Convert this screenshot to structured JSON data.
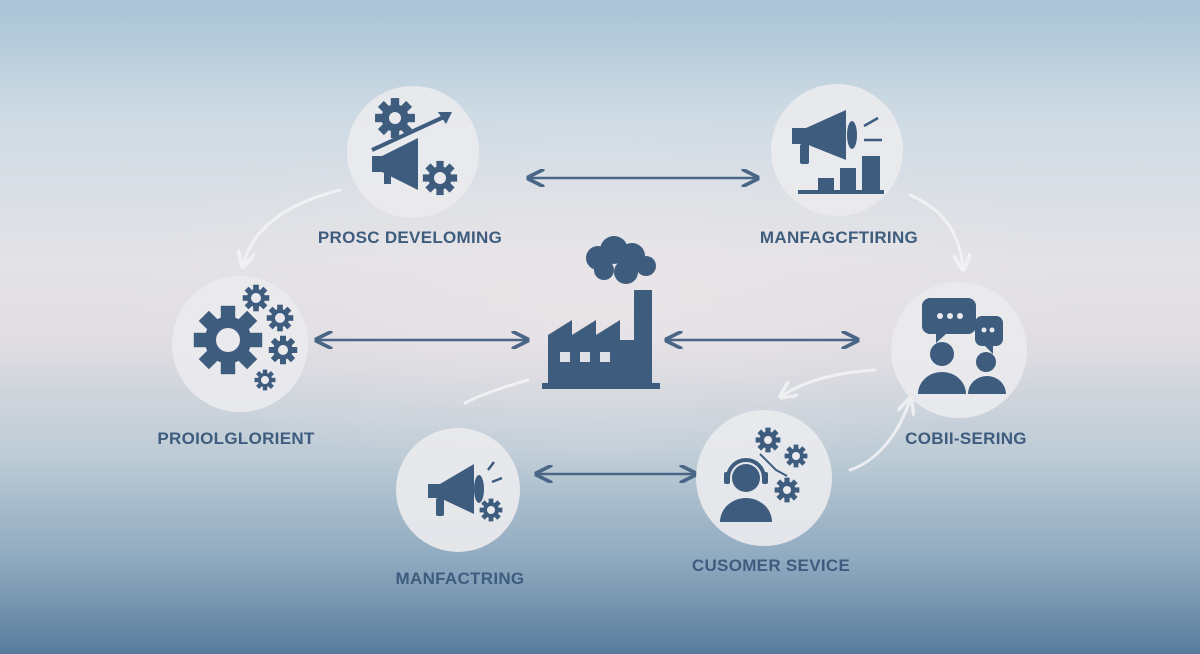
{
  "diagram": {
    "nodes": [
      {
        "id": "top-left",
        "label": "PROSC DEVELOMING"
      },
      {
        "id": "top-right",
        "label": "MANFAGCFTIRING"
      },
      {
        "id": "mid-left",
        "label": "PROIOLGLORIENT"
      },
      {
        "id": "mid-right",
        "label": "COBII-SERING"
      },
      {
        "id": "bottom-left",
        "label": "MANFACTRING"
      },
      {
        "id": "bottom-right",
        "label": "CUSOMER SEVICE"
      }
    ],
    "center": {
      "icon": "factory-icon"
    },
    "icons": {
      "top-left": "gears-megaphone-arrow-icon",
      "top-right": "megaphone-bar-chart-icon",
      "mid-left": "gears-icon",
      "mid-right": "chat-users-icon",
      "bottom-left": "megaphone-gear-icon",
      "bottom-right": "support-agent-gears-icon"
    },
    "colors": {
      "icon": "#3e5c7e",
      "connector": "#4a6687",
      "flow": "#f4f4f6"
    }
  }
}
